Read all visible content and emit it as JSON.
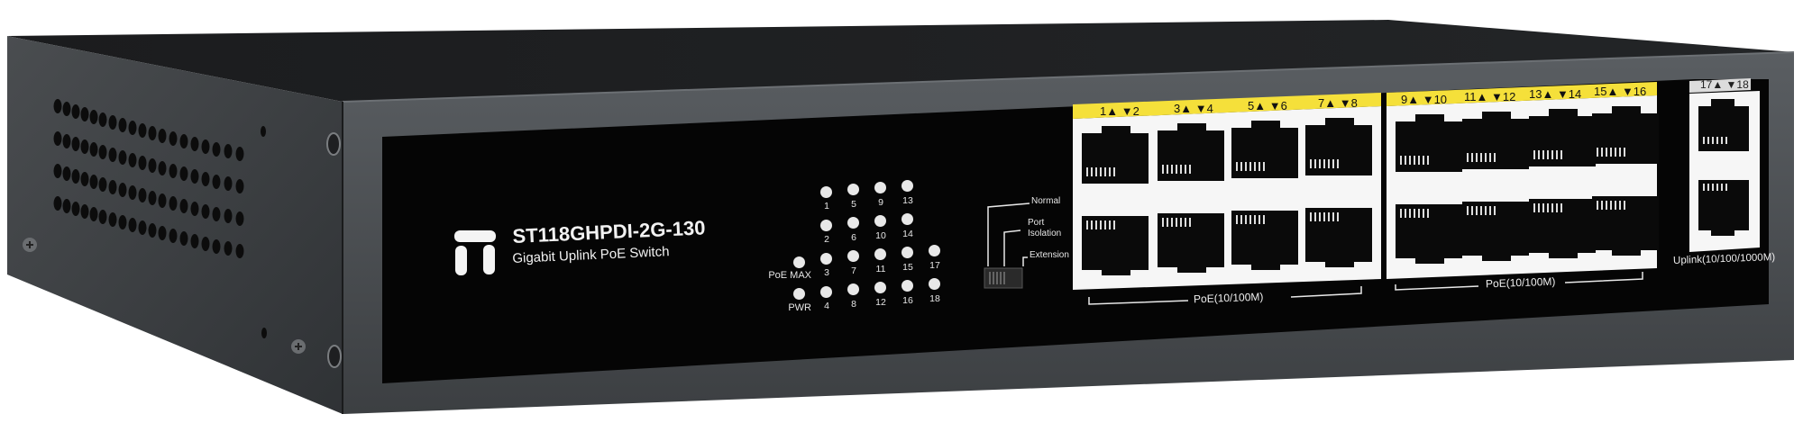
{
  "device": {
    "brand_logo_icon": "stylized-pi-logo-icon",
    "model": "ST118GHPDI-2G-130",
    "subtitle": "Gigabit Uplink PoE Switch",
    "body_color": "#3a3d40",
    "front_panel_color": "#050505",
    "label_color": "#f5e03a"
  },
  "leds": {
    "status": [
      {
        "label": "PoE MAX"
      },
      {
        "label": "PWR"
      }
    ],
    "ports": [
      {
        "label": "1"
      },
      {
        "label": "2"
      },
      {
        "label": "3"
      },
      {
        "label": "4"
      },
      {
        "label": "5"
      },
      {
        "label": "6"
      },
      {
        "label": "7"
      },
      {
        "label": "8"
      },
      {
        "label": "9"
      },
      {
        "label": "10"
      },
      {
        "label": "11"
      },
      {
        "label": "12"
      },
      {
        "label": "13"
      },
      {
        "label": "14"
      },
      {
        "label": "15"
      },
      {
        "label": "16"
      },
      {
        "label": "17"
      },
      {
        "label": "18"
      }
    ]
  },
  "mode_switch": {
    "options": [
      "Normal",
      "Port Isolation",
      "Extension"
    ],
    "option_normal": "Normal",
    "option_port": "Port",
    "option_isolation": "Isolation",
    "option_extension": "Extension"
  },
  "port_labels": {
    "group1": [
      "1▲ ▼2",
      "3▲ ▼4",
      "5▲ ▼6",
      "7▲ ▼8"
    ],
    "group2": [
      "9▲ ▼10",
      "11▲ ▼12",
      "13▲ ▼14",
      "15▲ ▼16"
    ],
    "uplink": "17▲ ▼18"
  },
  "group_captions": {
    "group1": "PoE(10/100M)",
    "group2": "PoE(10/100M)",
    "uplink": "Uplink(10/100/1000M)"
  }
}
